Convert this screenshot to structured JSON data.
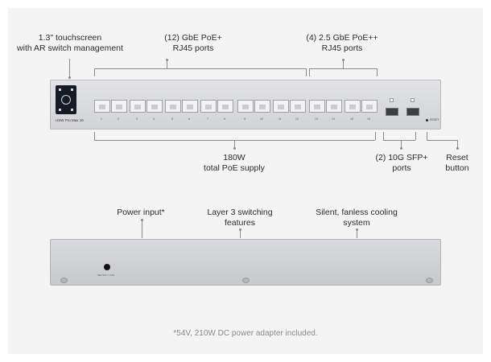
{
  "labels": {
    "touchscreen": [
      "1.3\" touchscreen",
      "with AR switch management"
    ],
    "gbe_ports": [
      "(12) GbE PoE+",
      "RJ45 ports"
    ],
    "ge25_ports": [
      "(4) 2.5 GbE PoE++",
      "RJ45 ports"
    ],
    "poe_supply": [
      "180W",
      "total PoE supply"
    ],
    "sfp_ports": [
      "(2) 10G SFP+",
      "ports"
    ],
    "reset": [
      "Reset",
      "button"
    ],
    "power_input": "Power input*",
    "layer3": [
      "Layer 3 switching",
      "features"
    ],
    "cooling": [
      "Silent, fanless cooling",
      "system"
    ]
  },
  "device": {
    "brand_text": "USW Pro Max 16",
    "reset_text": "RESET",
    "power_text": "Max 54V = 2.5A",
    "port_labels": [
      "1",
      "2",
      "3",
      "4",
      "5",
      "6",
      "7",
      "8",
      "9",
      "10",
      "11",
      "12",
      "13",
      "14",
      "15",
      "16"
    ]
  },
  "footnote": "*54V, 210W DC power adapter included."
}
